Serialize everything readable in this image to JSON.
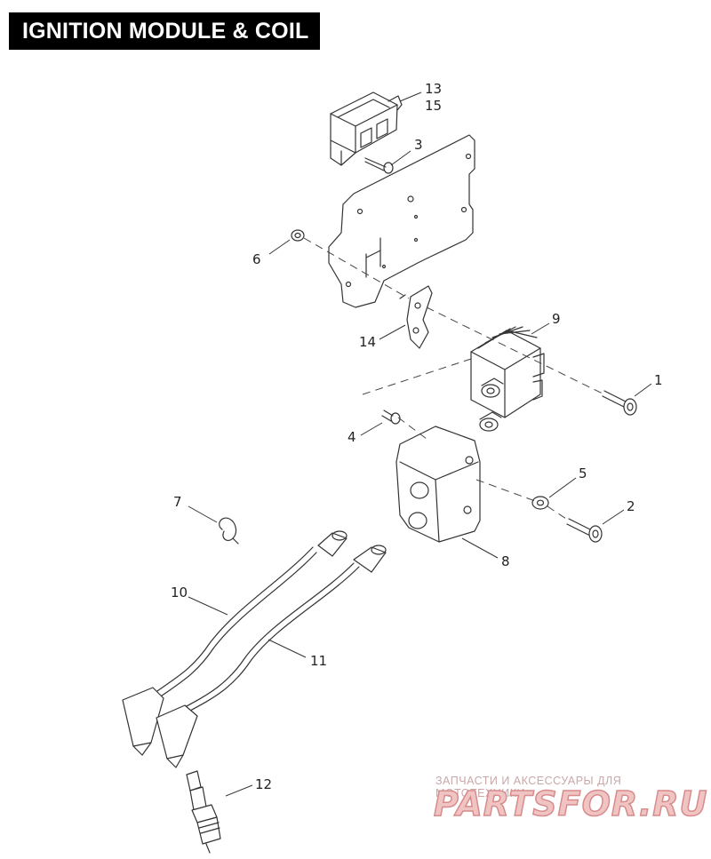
{
  "title": "IGNITION MODULE & COIL",
  "callouts": [
    {
      "id": "c13",
      "label": "13"
    },
    {
      "id": "c15",
      "label": "15"
    },
    {
      "id": "c3",
      "label": "3"
    },
    {
      "id": "c6",
      "label": "6"
    },
    {
      "id": "c9",
      "label": "9"
    },
    {
      "id": "c14",
      "label": "14"
    },
    {
      "id": "c1",
      "label": "1"
    },
    {
      "id": "c4",
      "label": "4"
    },
    {
      "id": "c5",
      "label": "5"
    },
    {
      "id": "c2",
      "label": "2"
    },
    {
      "id": "c8",
      "label": "8"
    },
    {
      "id": "c7",
      "label": "7"
    },
    {
      "id": "c10",
      "label": "10"
    },
    {
      "id": "c11",
      "label": "11"
    },
    {
      "id": "c12",
      "label": "12"
    }
  ],
  "watermark": {
    "caption": "ЗАПЧАСТИ И АКСЕССУАРЫ ДЛЯ МОТОТЕХНИКИ",
    "brand": "PARTSFOR.RU"
  }
}
